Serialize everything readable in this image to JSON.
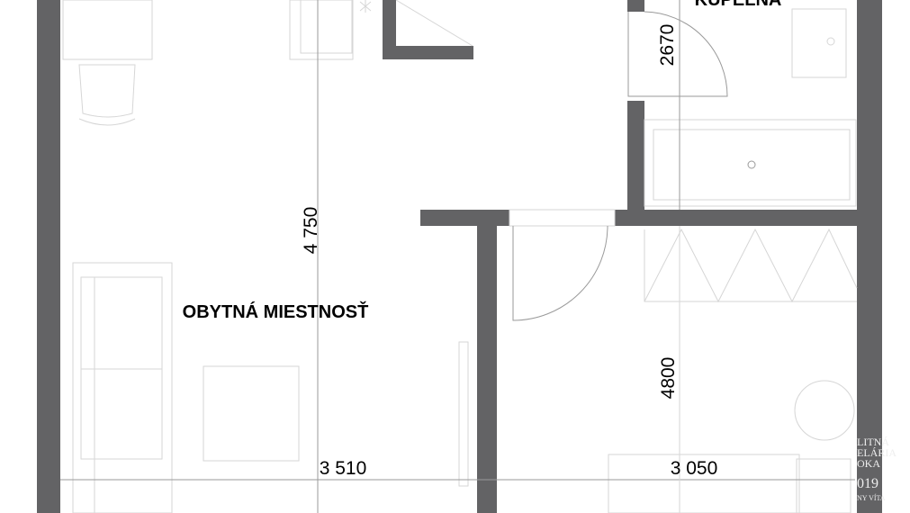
{
  "rooms": {
    "bathroom": "KÚPEĽŇA",
    "living_room": "OBYTNÁ MIESTNOSŤ"
  },
  "dimensions": {
    "bathroom_height": "2670",
    "living_height": "4 750",
    "right_room_height": "4800",
    "living_width": "3 510",
    "right_room_width": "3 050"
  },
  "watermark": {
    "line1": "LITNÁ",
    "line2": "ELÁRIA",
    "line3": "OKA",
    "line4": "019",
    "line5": "NY VÍTA"
  },
  "colors": {
    "wall": "#636365",
    "furniture": "#d6d6d6"
  }
}
